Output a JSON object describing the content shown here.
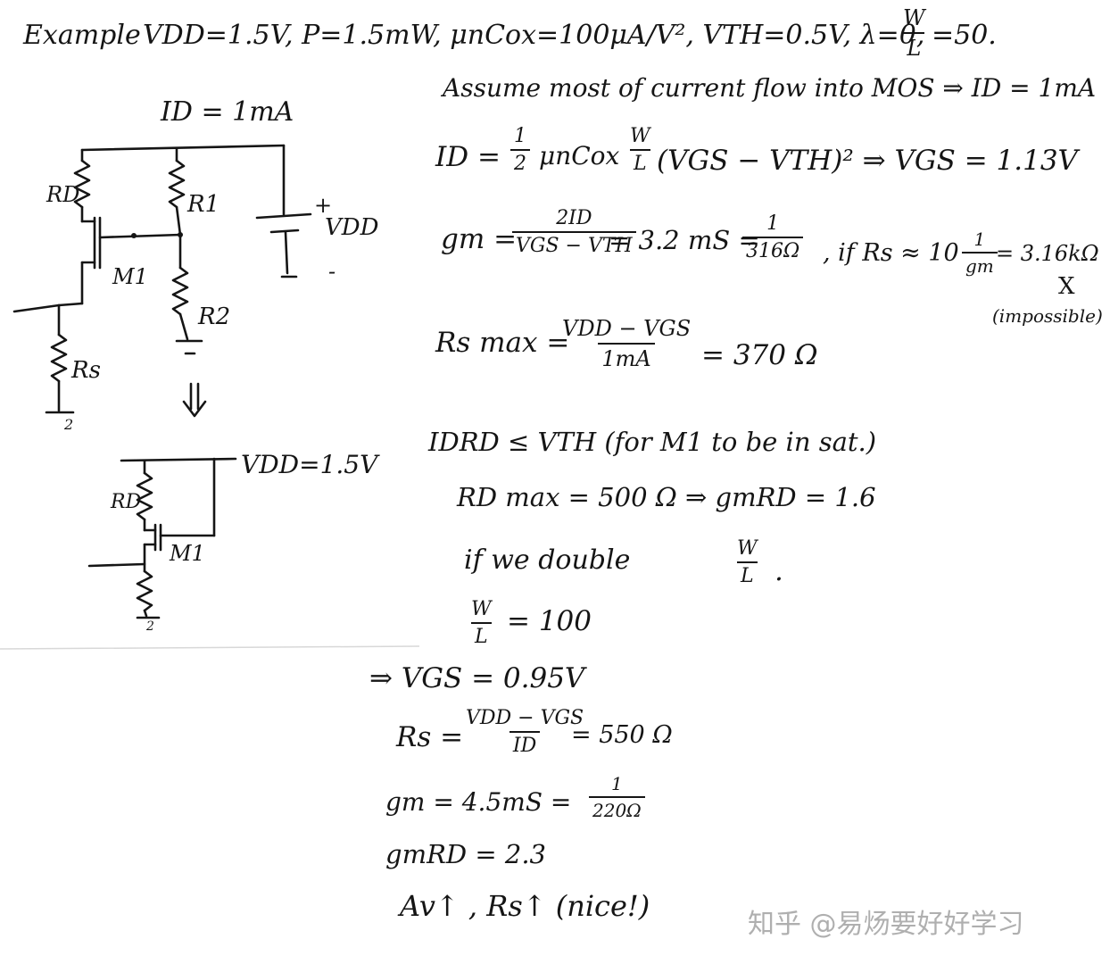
{
  "header": {
    "example_label": "Example",
    "params": "VDD=1.5V, P=1.5mW, μnCox=100μA/V², VTH=0.5V, λ=0,",
    "wl_num": "W",
    "wl_den": "L",
    "wl_val": "=50."
  },
  "circuit1": {
    "id_label": "ID = 1mA",
    "rd_label": "RD",
    "r1_label": "R1",
    "r2_label": "R2",
    "m1_label": "M1",
    "rs_label": "Rs",
    "vdd_label": "VDD",
    "plus_label": "+",
    "minus_label": "-",
    "ground_label": "2",
    "arrow": "⇓"
  },
  "circuit2": {
    "vdd_label": "VDD=1.5V",
    "rd_label": "RD",
    "m1_label": "M1",
    "ground_label": "2"
  },
  "notes": {
    "assume": "Assume most of current flow into MOS ⇒ ID = 1mA",
    "id_eq_left": "ID =",
    "id_eq_half_num": "1",
    "id_eq_half_den": "2",
    "id_eq_mid": "μnCox",
    "id_eq_wl_num": "W",
    "id_eq_wl_den": "L",
    "id_eq_right": "(VGS − VTH)² ⇒ VGS = 1.13V",
    "gm_left": "gm =",
    "gm_num": "2ID",
    "gm_den": "VGS − VTH",
    "gm_mid": "= 3.2 mS =",
    "gm_r_num": "1",
    "gm_r_den": "316Ω",
    "gm_if": ", if Rs ≈ 10",
    "gm_if_num": "1",
    "gm_if_den": "gm",
    "gm_if_val": "= 3.16kΩ",
    "cross": "X",
    "impossible": "(impossible)",
    "rsmax_left": "Rs max =",
    "rsmax_num": "VDD − VGS",
    "rsmax_den": "1mA",
    "rsmax_val": "= 370 Ω",
    "idrd": "IDRD ≤ VTH (for M1 to be in sat.)",
    "rdmax": "RD max = 500 Ω ⇒ gmRD = 1.6",
    "double_text": "if we double",
    "double_wl_num": "W",
    "double_wl_den": "L",
    "double_dot": ".",
    "wl100_num": "W",
    "wl100_den": "L",
    "wl100_val": "= 100",
    "vgs2": "⇒ VGS = 0.95V",
    "rs2_left": "Rs =",
    "rs2_num": "VDD − VGS",
    "rs2_den": "ID",
    "rs2_val": "= 550 Ω",
    "gm2_left": "gm = 4.5mS =",
    "gm2_num": "1",
    "gm2_den": "220Ω",
    "gmrd2": "gmRD = 2.3",
    "final": "Av↑ , Rs↑  (nice!)"
  },
  "watermark": "知乎 @易炀要好好学习"
}
